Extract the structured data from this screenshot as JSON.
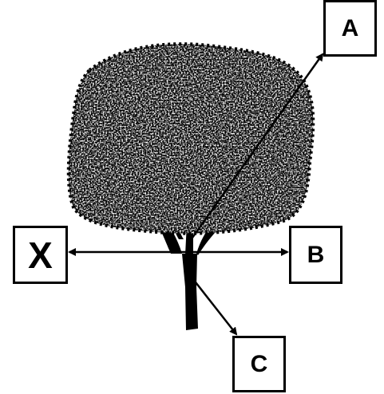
{
  "labels": {
    "a": "A",
    "b": "B",
    "c": "C",
    "x": "X"
  },
  "icons": {
    "tree": "tree-silhouette"
  },
  "colors": {
    "ink": "#000000",
    "background": "#ffffff"
  }
}
